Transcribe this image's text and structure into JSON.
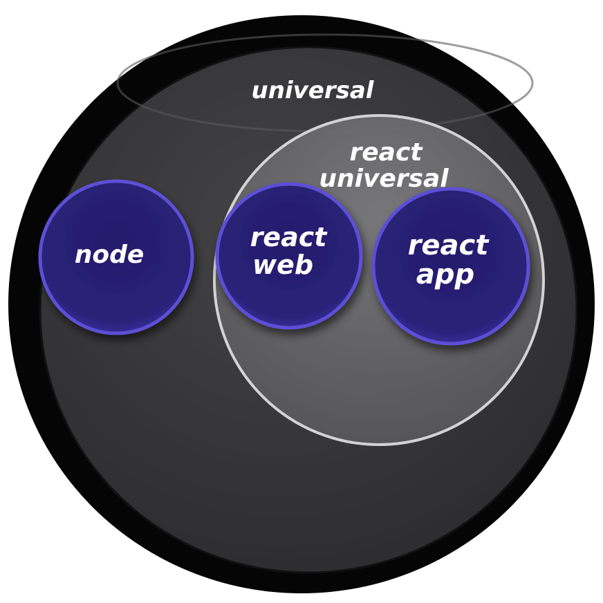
{
  "diagram": {
    "outer_circle": {
      "label": "universal"
    },
    "inner_group": {
      "label_line1": "react",
      "label_line2": "universal"
    },
    "nodes": [
      {
        "id": "node",
        "line1": "node",
        "line2": ""
      },
      {
        "id": "react-web",
        "line1": "react",
        "line2": "web"
      },
      {
        "id": "react-app",
        "line1": "react",
        "line2": "app"
      }
    ]
  },
  "colors": {
    "outer_rim": "#000000",
    "outer_fill": "#3a3a3c",
    "inner_fill": "#6a6a6c",
    "inner_rim": "#d8d8d8",
    "node_fill": "#2a2170",
    "node_rim": "#5a4fd0",
    "text": "#ffffff"
  }
}
